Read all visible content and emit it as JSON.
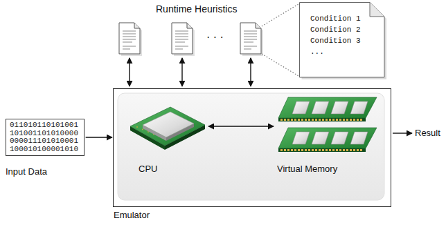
{
  "diagram": {
    "nodes": [
      {
        "text": [
          "Condition 1 Condition 2 Condition 3 ..."
        ]
      },
      {
        "text": [
          "011010110101001 101001101010000 000011101010001 100010100001010",
          "Input Data"
        ]
      },
      {
        "text": [
          "Emulator"
        ]
      },
      {
        "text": [
          "CPU"
        ],
        "in": 2
      },
      {
        "text": [
          "Virtual Memory"
        ],
        "in": 2
      }
    ],
    "edges": [
      {
        "from": 1,
        "to": 2,
        "arrow": "to"
      },
      {
        "from": 3,
        "to": 4,
        "arrow": "both"
      }
    ],
    "labels": [
      "Runtime Heuristics",
      "· · ·",
      "Result"
    ]
  }
}
